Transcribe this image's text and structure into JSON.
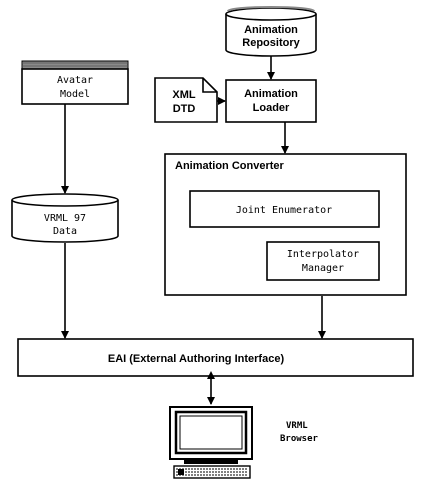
{
  "nodes": {
    "animation_repository": [
      "Animation",
      "Repository"
    ],
    "xml_dtd": [
      "XML",
      "DTD"
    ],
    "animation_loader": [
      "Animation",
      "Loader"
    ],
    "avatar_model": [
      "Avatar",
      "Model"
    ],
    "animation_converter": "Animation Converter",
    "joint_enumerator": "Joint Enumerator",
    "interpolator_manager": [
      "Interpolator",
      "Manager"
    ],
    "vrml_data": [
      "VRML 97",
      "Data"
    ],
    "eai": "EAI (External Authoring Interface)",
    "vrml_browser": [
      "VRML",
      "Browser"
    ]
  },
  "colors": {
    "ink": "#000000",
    "paper": "#ffffff",
    "shade": "#8a8a8a"
  },
  "icons": {
    "browser_monitor": "computer-monitor-icon",
    "keyboard": "keyboard-icon"
  }
}
